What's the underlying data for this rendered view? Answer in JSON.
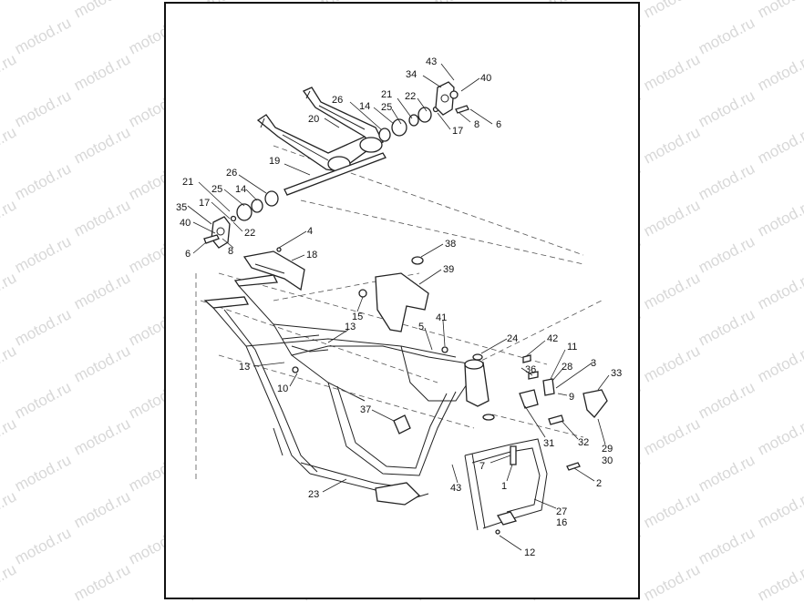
{
  "watermark": "motod.ru",
  "callouts": [
    {
      "id": "43",
      "label": "43"
    },
    {
      "id": "34",
      "label": "34"
    },
    {
      "id": "40",
      "label": "40"
    },
    {
      "id": "21",
      "label": "21"
    },
    {
      "id": "22",
      "label": "22"
    },
    {
      "id": "26",
      "label": "26"
    },
    {
      "id": "14",
      "label": "14"
    },
    {
      "id": "25",
      "label": "25"
    },
    {
      "id": "20",
      "label": "20"
    },
    {
      "id": "8",
      "label": "8"
    },
    {
      "id": "6",
      "label": "6"
    },
    {
      "id": "17",
      "label": "17"
    },
    {
      "id": "19",
      "label": "19"
    },
    {
      "id": "26b",
      "label": "26"
    },
    {
      "id": "21b",
      "label": "21"
    },
    {
      "id": "25b",
      "label": "25"
    },
    {
      "id": "14b",
      "label": "14"
    },
    {
      "id": "17b",
      "label": "17"
    },
    {
      "id": "35",
      "label": "35"
    },
    {
      "id": "22b",
      "label": "22"
    },
    {
      "id": "40b",
      "label": "40"
    },
    {
      "id": "6b",
      "label": "6"
    },
    {
      "id": "8b",
      "label": "8"
    },
    {
      "id": "4",
      "label": "4"
    },
    {
      "id": "18",
      "label": "18"
    },
    {
      "id": "38",
      "label": "38"
    },
    {
      "id": "39",
      "label": "39"
    },
    {
      "id": "15",
      "label": "15"
    },
    {
      "id": "41",
      "label": "41"
    },
    {
      "id": "5",
      "label": "5"
    },
    {
      "id": "13",
      "label": "13"
    },
    {
      "id": "24",
      "label": "24"
    },
    {
      "id": "42",
      "label": "42"
    },
    {
      "id": "11",
      "label": "11"
    },
    {
      "id": "13b",
      "label": "13"
    },
    {
      "id": "36",
      "label": "36"
    },
    {
      "id": "28",
      "label": "28"
    },
    {
      "id": "3",
      "label": "3"
    },
    {
      "id": "33",
      "label": "33"
    },
    {
      "id": "10",
      "label": "10"
    },
    {
      "id": "9",
      "label": "9"
    },
    {
      "id": "37",
      "label": "37"
    },
    {
      "id": "31",
      "label": "31"
    },
    {
      "id": "32",
      "label": "32"
    },
    {
      "id": "29",
      "label": "29"
    },
    {
      "id": "30",
      "label": "30"
    },
    {
      "id": "7",
      "label": "7"
    },
    {
      "id": "2",
      "label": "2"
    },
    {
      "id": "1",
      "label": "1"
    },
    {
      "id": "23",
      "label": "23"
    },
    {
      "id": "43b",
      "label": "43"
    },
    {
      "id": "27",
      "label": "27"
    },
    {
      "id": "16",
      "label": "16"
    },
    {
      "id": "12",
      "label": "12"
    }
  ]
}
